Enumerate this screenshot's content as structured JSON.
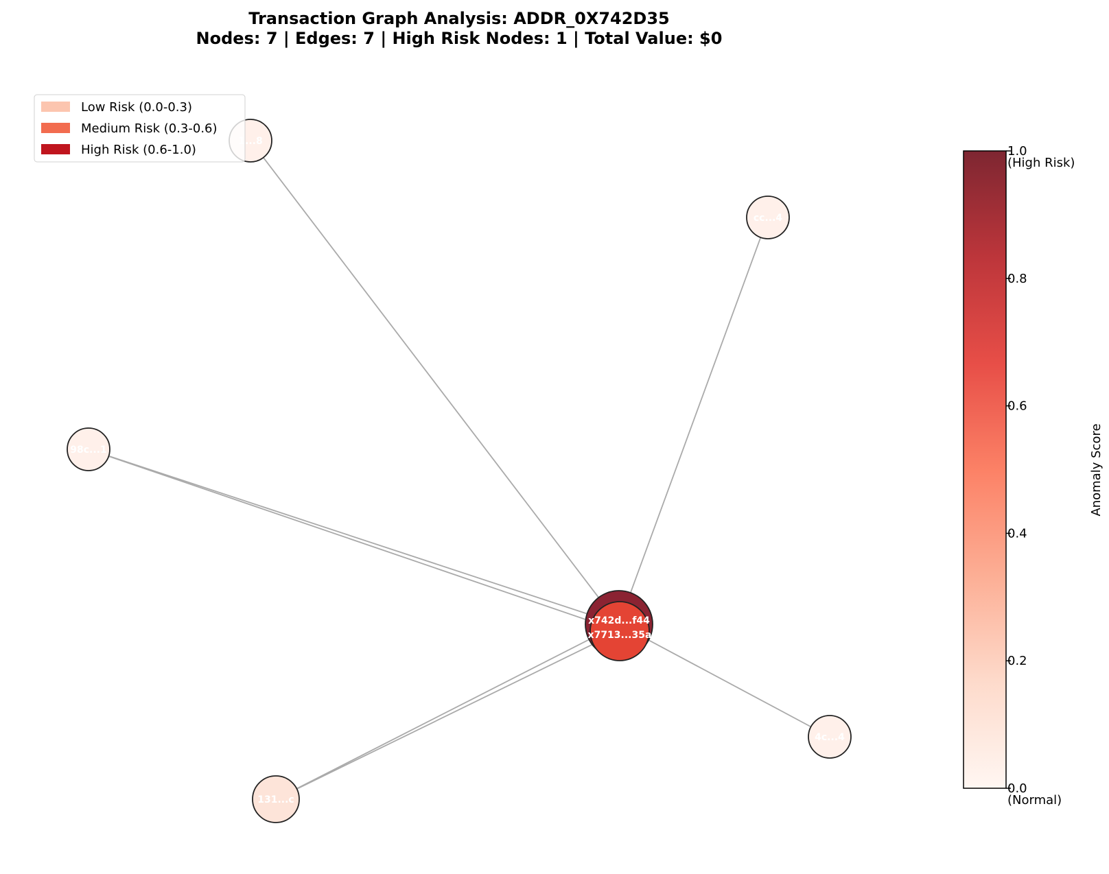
{
  "title": {
    "line1": "Transaction Graph Analysis: ADDR_0X742D35",
    "line2": "Nodes: 7 | Edges: 7 | High Risk Nodes: 1 | Total Value: $0"
  },
  "legend": [
    {
      "label": "Low Risk (0.0-0.3)",
      "color": "#fcc5af"
    },
    {
      "label": "Medium Risk (0.3-0.6)",
      "color": "#f26c4f"
    },
    {
      "label": "High Risk (0.6-1.0)",
      "color": "#c0151e"
    }
  ],
  "colorbar": {
    "label": "Anomaly Score",
    "ticks": [
      "0.0",
      "0.2",
      "0.4",
      "0.6",
      "0.8",
      "1.0"
    ],
    "top_annotation": "(High Risk)",
    "bottom_annotation": "(Normal)",
    "gradient": [
      "#fff5f0",
      "#fdd4c2",
      "#fca082",
      "#fb6b4b",
      "#e32f27",
      "#b11218",
      "#67000d"
    ]
  },
  "graph": {
    "nodes": [
      {
        "id": "hub",
        "label": "x742d...f44",
        "anomaly_score": 0.95,
        "fill": "#8b2332"
      },
      {
        "id": "hub2",
        "label": "x7713...35a",
        "anomaly_score": 0.62,
        "fill": "#e44434"
      },
      {
        "id": "top-left",
        "label": "1...8",
        "anomaly_score": 0.03,
        "fill": "#fff0ea"
      },
      {
        "id": "top-right",
        "label": "cc...4",
        "anomaly_score": 0.03,
        "fill": "#fff0ea"
      },
      {
        "id": "left",
        "label": "98c...1",
        "anomaly_score": 0.03,
        "fill": "#fff0ea"
      },
      {
        "id": "bottom-right",
        "label": "4c...4",
        "anomaly_score": 0.03,
        "fill": "#fff0ea"
      },
      {
        "id": "bottom-left",
        "label": "131...c",
        "anomaly_score": 0.08,
        "fill": "#fde4d9"
      }
    ],
    "edges": [
      [
        "hub",
        "top-left"
      ],
      [
        "hub",
        "top-right"
      ],
      [
        "hub",
        "left"
      ],
      [
        "hub",
        "bottom-right"
      ],
      [
        "hub",
        "bottom-left"
      ],
      [
        "hub2",
        "left"
      ],
      [
        "hub2",
        "bottom-left"
      ]
    ]
  }
}
